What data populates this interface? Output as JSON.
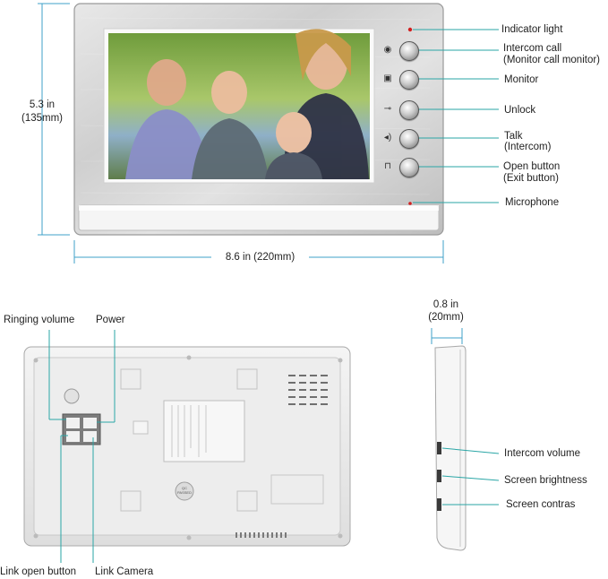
{
  "front_labels": {
    "indicator": "Indicator light",
    "intercom_call_1": "Intercom call",
    "intercom_call_2": "(Monitor call monitor)",
    "monitor": "Monitor",
    "unlock": "Unlock",
    "talk_1": "Talk",
    "talk_2": "(Intercom)",
    "open_1": "Open button",
    "open_2": "(Exit button)",
    "microphone": "Microphone"
  },
  "dimensions": {
    "height_in": "5.3 in",
    "height_mm": "(135mm)",
    "width": "8.6 in (220mm)",
    "depth_in": "0.8 in",
    "depth_mm": "(20mm)"
  },
  "back_labels": {
    "ringing_volume": "Ringing volume",
    "power": "Power",
    "link_open_button": "Link open button",
    "link_camera": "Link Camera"
  },
  "side_labels": {
    "intercom_volume": "Intercom volume",
    "screen_brightness": "Screen brightness",
    "screen_contras": "Screen contras"
  },
  "panel_marks": {
    "qc_sticker": "QC PASSED"
  },
  "colors": {
    "leader": "#2aa6a6",
    "dimension": "#3fa0c8",
    "indicator_led": "#d22020"
  },
  "icons": {
    "call": "target-icon",
    "monitor": "camera-icon",
    "unlock": "key-icon",
    "talk": "speaker-icon",
    "open": "padlock-icon"
  }
}
